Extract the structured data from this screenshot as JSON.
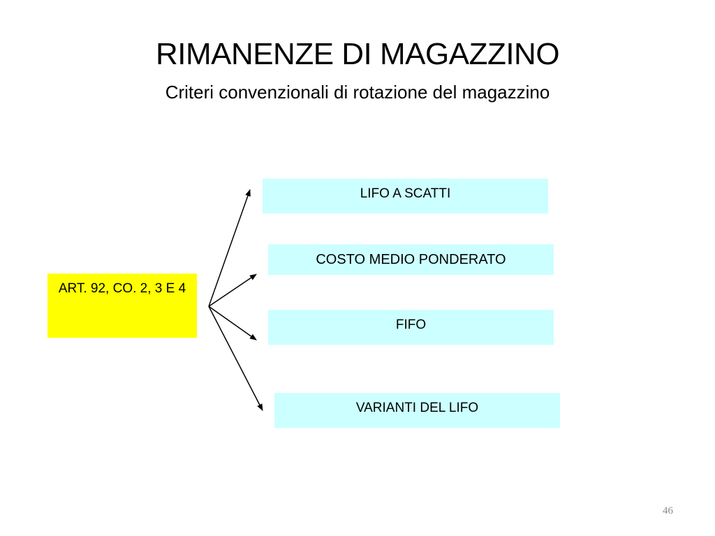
{
  "slide": {
    "title": "RIMANENZE DI MAGAZZINO",
    "subtitle": "Criteri convenzionali di rotazione del magazzino",
    "page_number": "46"
  },
  "diagram": {
    "source": {
      "label": "ART. 92, CO. 2, 3 E 4",
      "color": "#ffff00"
    },
    "targets": [
      {
        "label": "LIFO A SCATTI"
      },
      {
        "label": "COSTO MEDIO PONDERATO"
      },
      {
        "label": "FIFO"
      },
      {
        "label": "VARIANTI DEL LIFO"
      }
    ],
    "target_color": "#ccffff",
    "arrow_color": "#000000"
  }
}
